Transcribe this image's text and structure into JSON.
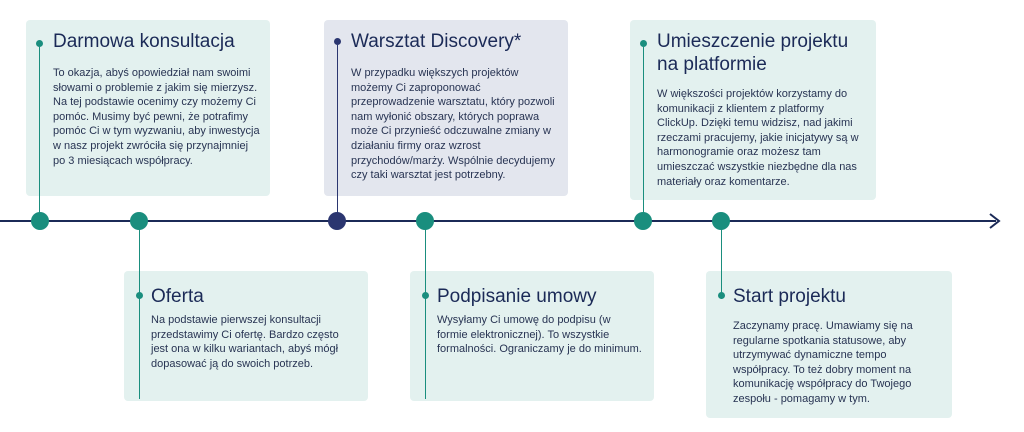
{
  "timeline": {
    "steps": [
      {
        "title": "Darmowa konsultacja",
        "body": "To okazja, abyś opowiedział nam swoimi słowami o problemie z jakim się mierzysz. Na tej podstawie ocenimy czy możemy Ci pomóc. Musimy być pewni, że potrafimy pomóc Ci w tym wyzwaniu, aby inwestycja w nasz projekt zwróciła się przynajmniej po 3 miesiącach współpracy.",
        "color": "#1a8e7e"
      },
      {
        "title": "Oferta",
        "body": "Na podstawie pierwszej konsultacji przedstawimy Ci ofertę. Bardzo często jest ona w kilku wariantach, abyś mógł dopasować ją do swoich potrzeb.",
        "color": "#1a8e7e"
      },
      {
        "title": "Warsztat Discovery*",
        "body": "W przypadku większych projektów możemy Ci zaproponować przeprowadzenie warsztatu, który pozwoli nam wyłonić obszary, których poprawa może Ci przynieść odczuwalne zmiany w działaniu firmy oraz wzrost przychodów/marży. Wspólnie decydujemy czy taki warsztat jest potrzebny.",
        "color": "#2b3670"
      },
      {
        "title": "Podpisanie umowy",
        "body": "Wysyłamy Ci umowę do podpisu (w formie elektronicznej). To wszystkie formalności. Ograniczamy je do minimum.",
        "color": "#1a8e7e"
      },
      {
        "title": "Umieszczenie projektu na platformie",
        "body": "W większości projektów korzystamy do komunikacji z klientem z platformy ClickUp. Dzięki temu widzisz, nad jakimi rzeczami pracujemy, jakie inicjatywy są w harmonogramie oraz możesz tam umieszczać wszystkie niezbędne dla nas materiały oraz komentarze.",
        "color": "#1a8e7e"
      },
      {
        "title": "Start projektu",
        "body": "Zaczynamy pracę. Umawiamy się na regularne spotkania statusowe, aby utrzymywać dynamiczne tempo współpracy. To też dobry moment na komunikację współpracy do Twojego zespołu - pomagamy w tym.",
        "color": "#1a8e7e"
      }
    ]
  }
}
